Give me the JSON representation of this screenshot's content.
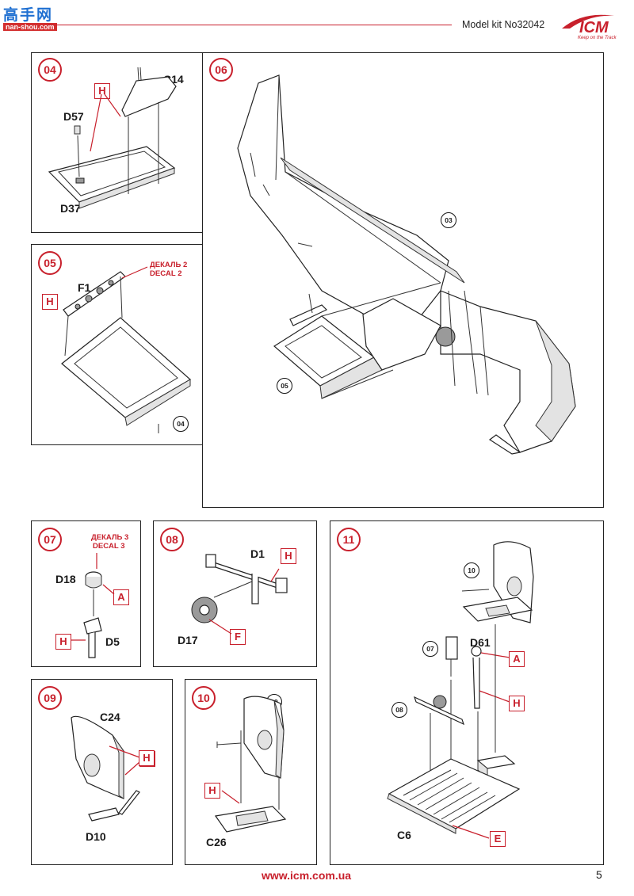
{
  "header": {
    "site_chars": "高手网",
    "site_url": "nan-shou.com",
    "model_kit": "Model kit No32042",
    "brand": "ICM",
    "tagline": "Keep on the Track"
  },
  "footer": {
    "url": "www.icm.com.ua",
    "page_number": "5"
  },
  "colors": {
    "accent": "#c8202c",
    "line": "#222222"
  },
  "steps": {
    "s04": {
      "num": "04",
      "parts": [
        "C14",
        "D57",
        "D37"
      ],
      "tag": "H"
    },
    "s05": {
      "num": "05",
      "parts": [
        "F1"
      ],
      "tag": "H",
      "decal": [
        "ДЕКАЛЬ 2",
        "DECAL 2"
      ],
      "ref": "04"
    },
    "s06": {
      "num": "06",
      "refs": [
        "03",
        "05"
      ]
    },
    "s07": {
      "num": "07",
      "parts": [
        "D18",
        "D5"
      ],
      "tags": [
        "A",
        "H"
      ],
      "decal": [
        "ДЕКАЛЬ 3",
        "DECAL 3"
      ]
    },
    "s08": {
      "num": "08",
      "parts": [
        "D1",
        "D17"
      ],
      "tags": [
        "H",
        "F"
      ]
    },
    "s09": {
      "num": "09",
      "parts": [
        "C24",
        "D10"
      ],
      "tag": "H"
    },
    "s10": {
      "num": "10",
      "parts": [
        "C26"
      ],
      "tag": "H",
      "ref": "09"
    },
    "s11": {
      "num": "11",
      "parts": [
        "D61",
        "C6"
      ],
      "tags": [
        "A",
        "H",
        "E"
      ],
      "refs": [
        "10",
        "07",
        "08"
      ]
    }
  }
}
